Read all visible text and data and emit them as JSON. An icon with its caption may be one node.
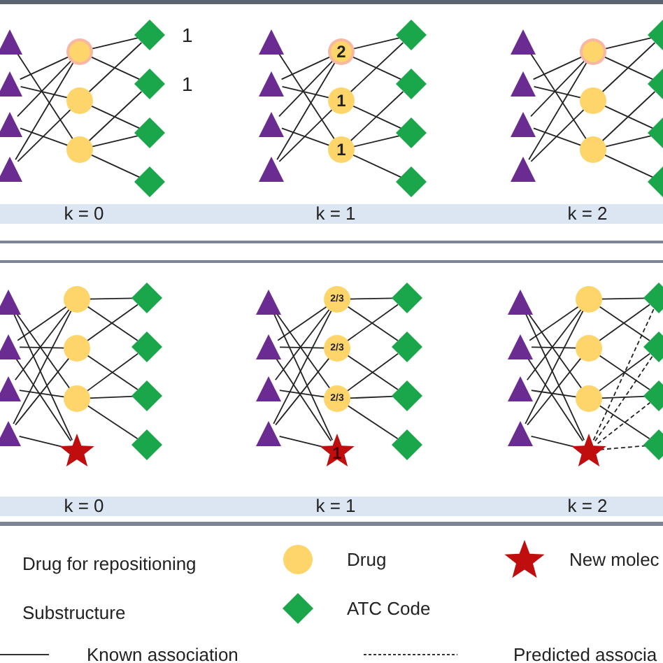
{
  "diagram": {
    "nodes": [
      {
        "text": [],
        "shape": "triangle"
      },
      {
        "text": [],
        "shape": "triangle"
      },
      {
        "text": [],
        "shape": "triangle"
      },
      {
        "text": [],
        "shape": "triangle"
      },
      {
        "text": [],
        "shape": "circle"
      },
      {
        "text": [],
        "shape": "circle"
      },
      {
        "text": [],
        "shape": "circle"
      },
      {
        "text": [],
        "shape": "diamond",
        "beside": [
          "1"
        ]
      },
      {
        "text": [],
        "shape": "diamond",
        "beside": [
          "1"
        ]
      },
      {
        "text": [],
        "shape": "diamond"
      },
      {
        "text": [],
        "shape": "diamond"
      },
      {
        "text": [],
        "shape": "triangle"
      },
      {
        "text": [],
        "shape": "triangle"
      },
      {
        "text": [],
        "shape": "triangle"
      },
      {
        "text": [],
        "shape": "triangle"
      },
      {
        "text": [
          "2"
        ]
      },
      {
        "text": [
          "1"
        ]
      },
      {
        "text": [
          "1"
        ]
      },
      {
        "text": [],
        "shape": "diamond"
      },
      {
        "text": [],
        "shape": "diamond"
      },
      {
        "text": [],
        "shape": "diamond"
      },
      {
        "text": [],
        "shape": "diamond"
      },
      {
        "text": [],
        "shape": "triangle"
      },
      {
        "text": [],
        "shape": "triangle"
      },
      {
        "text": [],
        "shape": "triangle"
      },
      {
        "text": [],
        "shape": "triangle"
      },
      {
        "text": [],
        "shape": "circle"
      },
      {
        "text": [],
        "shape": "circle"
      },
      {
        "text": [],
        "shape": "circle"
      },
      {
        "text": [],
        "shape": "diamond"
      },
      {
        "text": [],
        "shape": "diamond"
      },
      {
        "text": [],
        "shape": "diamond"
      },
      {
        "text": [],
        "shape": "diamond"
      },
      {
        "text": [],
        "shape": "triangle"
      },
      {
        "text": [],
        "shape": "triangle"
      },
      {
        "text": [],
        "shape": "triangle"
      },
      {
        "text": [],
        "shape": "triangle"
      },
      {
        "text": [],
        "shape": "circle"
      },
      {
        "text": [],
        "shape": "circle"
      },
      {
        "text": [],
        "shape": "circle"
      },
      {
        "text": [],
        "shape": "star"
      },
      {
        "text": [],
        "shape": "diamond"
      },
      {
        "text": [],
        "shape": "diamond"
      },
      {
        "text": [],
        "shape": "diamond"
      },
      {
        "text": [],
        "shape": "diamond"
      },
      {
        "text": [],
        "shape": "triangle"
      },
      {
        "text": [],
        "shape": "triangle"
      },
      {
        "text": [],
        "shape": "triangle"
      },
      {
        "text": [],
        "shape": "triangle"
      },
      {
        "text": [
          "2/3"
        ]
      },
      {
        "text": [
          "2/3"
        ]
      },
      {
        "text": [
          "2/3"
        ]
      },
      {
        "text": [
          "1"
        ]
      },
      {
        "text": [],
        "shape": "diamond"
      },
      {
        "text": [],
        "shape": "diamond"
      },
      {
        "text": [],
        "shape": "diamond"
      },
      {
        "text": [],
        "shape": "diamond"
      },
      {
        "text": [],
        "shape": "triangle"
      },
      {
        "text": [],
        "shape": "triangle"
      },
      {
        "text": [],
        "shape": "triangle"
      },
      {
        "text": [],
        "shape": "triangle"
      },
      {
        "text": [],
        "shape": "circle"
      },
      {
        "text": [],
        "shape": "circle"
      },
      {
        "text": [],
        "shape": "circle"
      },
      {
        "text": [],
        "shape": "star"
      },
      {
        "text": [],
        "shape": "diamond"
      },
      {
        "text": [],
        "shape": "diamond"
      },
      {
        "text": [],
        "shape": "diamond"
      },
      {
        "text": [],
        "shape": "diamond"
      }
    ],
    "edges": [
      {
        "from": 0,
        "to": 6,
        "arrow": "none"
      },
      {
        "from": 1,
        "to": 4,
        "arrow": "none"
      },
      {
        "from": 1,
        "to": 5,
        "arrow": "none"
      },
      {
        "from": 2,
        "to": 4,
        "arrow": "none"
      },
      {
        "from": 2,
        "to": 6,
        "arrow": "none"
      },
      {
        "from": 3,
        "to": 4,
        "arrow": "none"
      },
      {
        "from": 3,
        "to": 5,
        "arrow": "none"
      },
      {
        "from": 4,
        "to": 7,
        "arrow": "none"
      },
      {
        "from": 4,
        "to": 8,
        "arrow": "none"
      },
      {
        "from": 5,
        "to": 7,
        "arrow": "none"
      },
      {
        "from": 5,
        "to": 9,
        "arrow": "none"
      },
      {
        "from": 6,
        "to": 8,
        "arrow": "none"
      },
      {
        "from": 6,
        "to": 9,
        "arrow": "none"
      },
      {
        "from": 6,
        "to": 10,
        "arrow": "none"
      },
      {
        "from": 11,
        "to": 17,
        "arrow": "none"
      },
      {
        "from": 12,
        "to": 15,
        "arrow": "none"
      },
      {
        "from": 12,
        "to": 16,
        "arrow": "none"
      },
      {
        "from": 13,
        "to": 15,
        "arrow": "none"
      },
      {
        "from": 13,
        "to": 17,
        "arrow": "none"
      },
      {
        "from": 14,
        "to": 15,
        "arrow": "none"
      },
      {
        "from": 14,
        "to": 16,
        "arrow": "none"
      },
      {
        "from": 15,
        "to": 18,
        "arrow": "none"
      },
      {
        "from": 15,
        "to": 19,
        "arrow": "none"
      },
      {
        "from": 16,
        "to": 18,
        "arrow": "none"
      },
      {
        "from": 16,
        "to": 20,
        "arrow": "none"
      },
      {
        "from": 17,
        "to": 19,
        "arrow": "none"
      },
      {
        "from": 17,
        "to": 20,
        "arrow": "none"
      },
      {
        "from": 17,
        "to": 21,
        "arrow": "none"
      },
      {
        "from": 22,
        "to": 28,
        "arrow": "none"
      },
      {
        "from": 23,
        "to": 26,
        "arrow": "none"
      },
      {
        "from": 23,
        "to": 27,
        "arrow": "none"
      },
      {
        "from": 24,
        "to": 26,
        "arrow": "none"
      },
      {
        "from": 24,
        "to": 28,
        "arrow": "none"
      },
      {
        "from": 25,
        "to": 26,
        "arrow": "none"
      },
      {
        "from": 25,
        "to": 27,
        "arrow": "none"
      },
      {
        "from": 26,
        "to": 29,
        "arrow": "none"
      },
      {
        "from": 26,
        "to": 30,
        "arrow": "none"
      },
      {
        "from": 27,
        "to": 29,
        "arrow": "none"
      },
      {
        "from": 27,
        "to": 31,
        "arrow": "none"
      },
      {
        "from": 28,
        "to": 30,
        "arrow": "none"
      },
      {
        "from": 28,
        "to": 31,
        "arrow": "none"
      },
      {
        "from": 28,
        "to": 32,
        "arrow": "none"
      },
      {
        "from": 33,
        "to": 39,
        "arrow": "none"
      },
      {
        "from": 33,
        "to": 40,
        "arrow": "none"
      },
      {
        "from": 34,
        "to": 37,
        "arrow": "none"
      },
      {
        "from": 34,
        "to": 38,
        "arrow": "none"
      },
      {
        "from": 34,
        "to": 40,
        "arrow": "none"
      },
      {
        "from": 35,
        "to": 37,
        "arrow": "none"
      },
      {
        "from": 35,
        "to": 39,
        "arrow": "none"
      },
      {
        "from": 36,
        "to": 37,
        "arrow": "none"
      },
      {
        "from": 36,
        "to": 38,
        "arrow": "none"
      },
      {
        "from": 36,
        "to": 40,
        "arrow": "none"
      },
      {
        "from": 37,
        "to": 41,
        "arrow": "none"
      },
      {
        "from": 37,
        "to": 42,
        "arrow": "none"
      },
      {
        "from": 38,
        "to": 41,
        "arrow": "none"
      },
      {
        "from": 38,
        "to": 43,
        "arrow": "none"
      },
      {
        "from": 39,
        "to": 42,
        "arrow": "none"
      },
      {
        "from": 39,
        "to": 43,
        "arrow": "none"
      },
      {
        "from": 39,
        "to": 44,
        "arrow": "none"
      },
      {
        "from": 45,
        "to": 51,
        "arrow": "none"
      },
      {
        "from": 45,
        "to": 52,
        "arrow": "none"
      },
      {
        "from": 46,
        "to": 49,
        "arrow": "none"
      },
      {
        "from": 46,
        "to": 50,
        "arrow": "none"
      },
      {
        "from": 46,
        "to": 52,
        "arrow": "none"
      },
      {
        "from": 47,
        "to": 49,
        "arrow": "none"
      },
      {
        "from": 47,
        "to": 51,
        "arrow": "none"
      },
      {
        "from": 48,
        "to": 49,
        "arrow": "none"
      },
      {
        "from": 48,
        "to": 50,
        "arrow": "none"
      },
      {
        "from": 48,
        "to": 52,
        "arrow": "none"
      },
      {
        "from": 49,
        "to": 53,
        "arrow": "none"
      },
      {
        "from": 49,
        "to": 54,
        "arrow": "none"
      },
      {
        "from": 50,
        "to": 53,
        "arrow": "none"
      },
      {
        "from": 50,
        "to": 55,
        "arrow": "none"
      },
      {
        "from": 51,
        "to": 54,
        "arrow": "none"
      },
      {
        "from": 51,
        "to": 55,
        "arrow": "none"
      },
      {
        "from": 51,
        "to": 56,
        "arrow": "none"
      },
      {
        "from": 57,
        "to": 63,
        "arrow": "none"
      },
      {
        "from": 57,
        "to": 64,
        "arrow": "none"
      },
      {
        "from": 58,
        "to": 61,
        "arrow": "none"
      },
      {
        "from": 58,
        "to": 62,
        "arrow": "none"
      },
      {
        "from": 58,
        "to": 64,
        "arrow": "none"
      },
      {
        "from": 59,
        "to": 61,
        "arrow": "none"
      },
      {
        "from": 59,
        "to": 63,
        "arrow": "none"
      },
      {
        "from": 60,
        "to": 61,
        "arrow": "none"
      },
      {
        "from": 60,
        "to": 62,
        "arrow": "none"
      },
      {
        "from": 60,
        "to": 64,
        "arrow": "none"
      },
      {
        "from": 61,
        "to": 65,
        "arrow": "none"
      },
      {
        "from": 61,
        "to": 66,
        "arrow": "none"
      },
      {
        "from": 62,
        "to": 65,
        "arrow": "none"
      },
      {
        "from": 62,
        "to": 67,
        "arrow": "none"
      },
      {
        "from": 63,
        "to": 66,
        "arrow": "none"
      },
      {
        "from": 63,
        "to": 67,
        "arrow": "none"
      },
      {
        "from": 63,
        "to": 68,
        "arrow": "none"
      },
      {
        "from": 64,
        "to": 65,
        "arrow": "none",
        "style": "dashed"
      },
      {
        "from": 64,
        "to": 66,
        "arrow": "none",
        "style": "dashed"
      },
      {
        "from": 64,
        "to": 67,
        "arrow": "none",
        "style": "dashed"
      },
      {
        "from": 64,
        "to": 68,
        "arrow": "none",
        "style": "dashed"
      }
    ],
    "labels": [
      "k = 0",
      "k = 1",
      "k = 2",
      "k = 0",
      "k = 1",
      "k = 2"
    ],
    "legend": [
      {
        "text": "Drug for repositioning"
      },
      {
        "text": "Drug"
      },
      {
        "text": "New molec"
      },
      {
        "text": "Substructure"
      },
      {
        "text": "ATC Code"
      },
      {
        "text": "Known association"
      },
      {
        "text": "Predicted associa"
      }
    ]
  }
}
